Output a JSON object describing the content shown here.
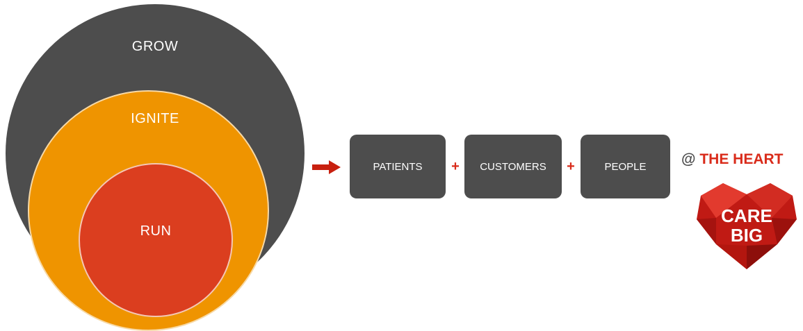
{
  "circles": {
    "outer_label": "GROW",
    "middle_label": "IGNITE",
    "inner_label": "RUN"
  },
  "flow": {
    "boxes": [
      "PATIENTS",
      "CUSTOMERS",
      "PEOPLE"
    ],
    "operators": [
      "+",
      "+"
    ]
  },
  "tagline": {
    "at": "@",
    "heart": "THE HEART"
  },
  "logo": {
    "line1": "CARE",
    "line2": "BIG"
  },
  "colors": {
    "dark_gray": "#4d4d4d",
    "orange": "#ef9400",
    "red_orange": "#db3e1f",
    "brand_red": "#d92b1a"
  },
  "icons": {
    "arrow": "right-arrow-icon",
    "logo": "heart-logo-icon"
  }
}
